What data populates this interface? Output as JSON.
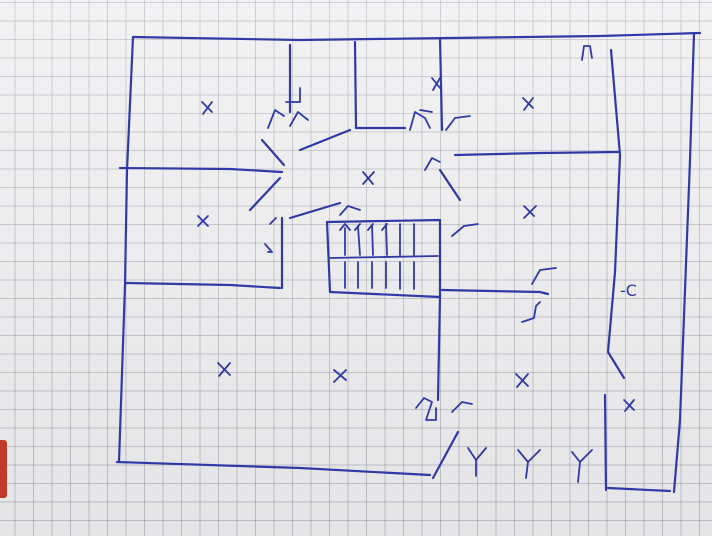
{
  "diagram": {
    "ink_color": "#2f3aa6",
    "paper_color": "#eeeef0",
    "labels": {
      "right_label": "-C"
    },
    "icons": {
      "room_marker": "x-mark",
      "door": "door-swing-symbol",
      "stairs": "staircase",
      "fixture": "y-fixture"
    }
  }
}
